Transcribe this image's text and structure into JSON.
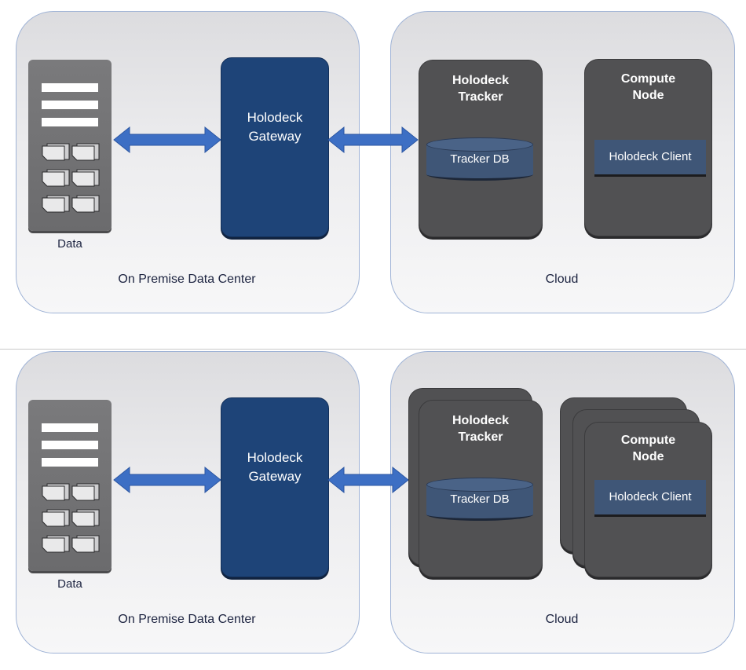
{
  "diagrams": [
    {
      "id": "top",
      "onprem": {
        "label": "On Premise Data Center",
        "data_label": "Data",
        "gateway_label": "Holodeck Gateway"
      },
      "cloud": {
        "label": "Cloud",
        "tracker": {
          "title": "Holodeck Tracker",
          "db_label": "Tracker DB",
          "instances": 1
        },
        "compute": {
          "title": "Compute Node",
          "client_label": "Holodeck Client",
          "instances": 1
        }
      }
    },
    {
      "id": "bottom",
      "onprem": {
        "label": "On Premise Data Center",
        "data_label": "Data",
        "gateway_label": "Holodeck Gateway"
      },
      "cloud": {
        "label": "Cloud",
        "tracker": {
          "title": "Holodeck Tracker",
          "db_label": "Tracker DB",
          "instances": 2
        },
        "compute": {
          "title": "Compute Node",
          "client_label": "Holodeck Client",
          "instances": 3
        }
      }
    }
  ],
  "colors": {
    "gateway": "#1e4478",
    "dark_box": "#515153",
    "db_client": "#3f5677",
    "arrow": "#3d6fc4",
    "zone_border": "#9fb3d6"
  },
  "icons": {
    "data_store": "server-rack-icon",
    "documents": "document-stack-icon",
    "arrows": "bidirectional-arrow-icon"
  }
}
